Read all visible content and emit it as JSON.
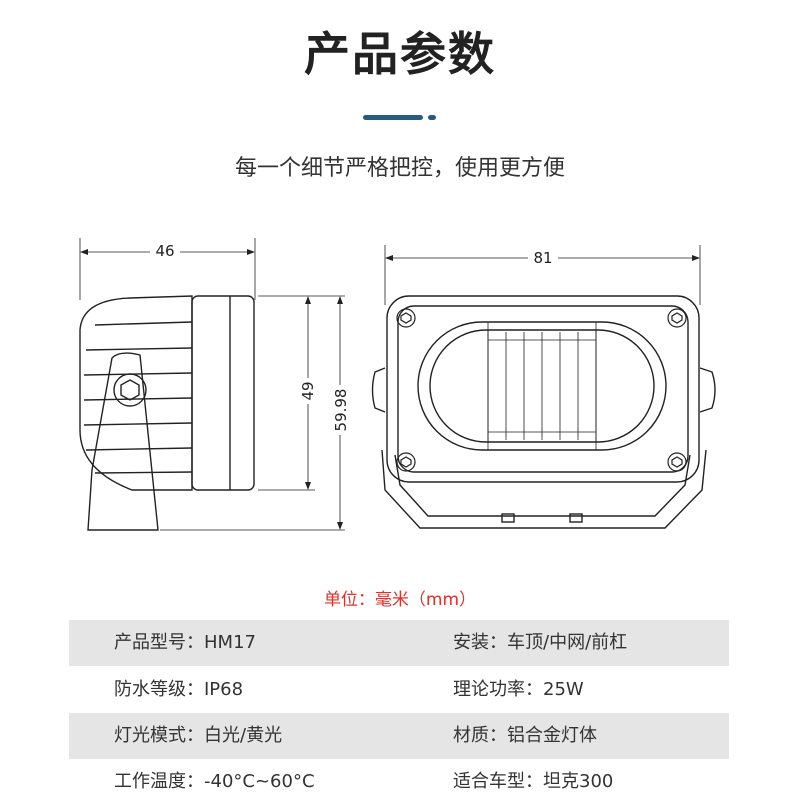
{
  "header": {
    "title": "产品参数",
    "subtitle": "每一个细节严格把控，使用更方便"
  },
  "dimensions": {
    "side_width": "46",
    "front_width": "81",
    "height_inner": "49",
    "height_outer": "59.98"
  },
  "unit_note": "单位：毫米（mm）",
  "specs": [
    {
      "left_label": "产品型号：",
      "left_value": "HM17",
      "right_label": "安装：",
      "right_value": "车顶/中网/前杠",
      "shaded": true
    },
    {
      "left_label": "防水等级：",
      "left_value": "IP68",
      "right_label": "理论功率：",
      "right_value": "25W",
      "shaded": false
    },
    {
      "left_label": "灯光模式：",
      "left_value": "白光/黄光",
      "right_label": "材质：",
      "right_value": "铝合金灯体",
      "shaded": true
    },
    {
      "left_label": "工作温度：",
      "left_value": "-40°C~60°C",
      "right_label": "适合车型：",
      "right_value": "坦克300",
      "shaded": false
    }
  ],
  "colors": {
    "accent": "#2a5a7e",
    "unit_note": "#e0302a",
    "row_shade": "#e5e5e5"
  }
}
